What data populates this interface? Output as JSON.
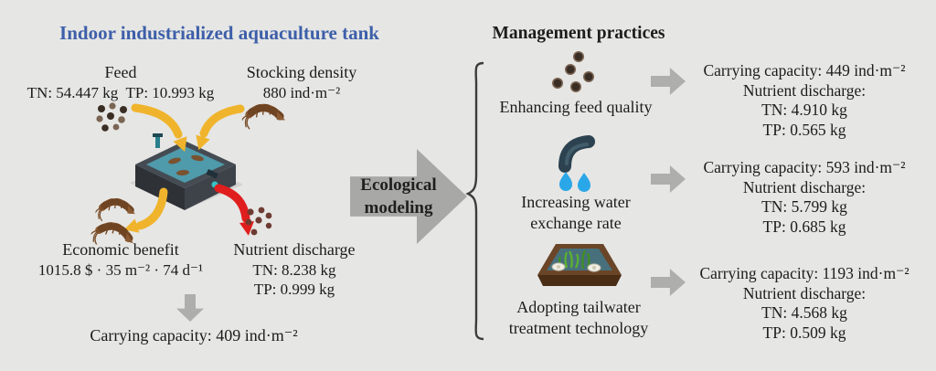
{
  "colors": {
    "bg": "#e6e6e4",
    "text": "#1c1c1c",
    "title-blue": "#3d5fa9",
    "arrow-gray": "#aeaeac",
    "big-arrow-gray": "#a8a8a6",
    "arrow-yellow": "#f0b42c",
    "arrow-red": "#e01e1e",
    "tank-dark": "#2e3237",
    "tank-mid": "#3e434a",
    "tank-rim": "#454b52",
    "water-teal": "#4f9aab",
    "drop-blue": "#2aa7e8",
    "pipe-dark": "#2c4250",
    "pellet-dark": "#3a2d24",
    "pellet-light": "#7a6452",
    "nutrient-brown": "#6e3b32",
    "pond-frame": "#6a4527",
    "pond-water": "#47707c",
    "plant-green": "#5cb32e",
    "shrimp-brown": "#8a5a33"
  },
  "icons": {
    "feed-pellets": "brown-dot-cluster",
    "shrimp": "brown-shrimp-shape",
    "aquaculture-tank": "isometric-tank-with-water",
    "nutrient-dots": "maroon-dot-cluster",
    "water-exchange": "pipe-with-two-drops",
    "tailwater-pond": "treatment-pond-with-plants-and-shells",
    "flow-arrow": "gray-block-arrow",
    "brace": "left-curly-brace"
  },
  "left": {
    "title": "Indoor industrialized aquaculture tank",
    "feed_label": "Feed",
    "feed_values": "TN: 54.447 kg  TP: 10.993 kg",
    "stocking_label": "Stocking density",
    "stocking_value": "880 ind·m⁻²",
    "economic_label": "Economic benefit",
    "economic_value": "1015.8 $ · 35 m⁻² · 74 d⁻¹",
    "nutrient_label": "Nutrient discharge",
    "nutrient_tn": "TN: 8.238 kg",
    "nutrient_tp": "TP: 0.999 kg",
    "carrying_capacity": "Carrying capacity: 409 ind·m⁻²"
  },
  "modeling": {
    "line1": "Ecological",
    "line2": "modeling"
  },
  "right": {
    "title": "Management practices",
    "practices": [
      {
        "icon": "feed-pellets-icon",
        "label": "Enhancing feed quality",
        "carrying": "Carrying capacity: 449 ind·m⁻²",
        "discharge": "Nutrient discharge:",
        "tn": "TN: 4.910 kg",
        "tp": "TP: 0.565 kg"
      },
      {
        "icon": "water-exchange-icon",
        "label": "Increasing water exchange rate",
        "carrying": "Carrying capacity: 593 ind·m⁻²",
        "discharge": "Nutrient discharge:",
        "tn": "TN: 5.799 kg",
        "tp": "TP: 0.685 kg"
      },
      {
        "icon": "tailwater-treatment-icon",
        "label": "Adopting tailwater treatment technology",
        "carrying": "Carrying capacity: 1193 ind·m⁻²",
        "discharge": "Nutrient discharge:",
        "tn": "TN: 4.568 kg",
        "tp": "TP: 0.509 kg"
      }
    ]
  }
}
